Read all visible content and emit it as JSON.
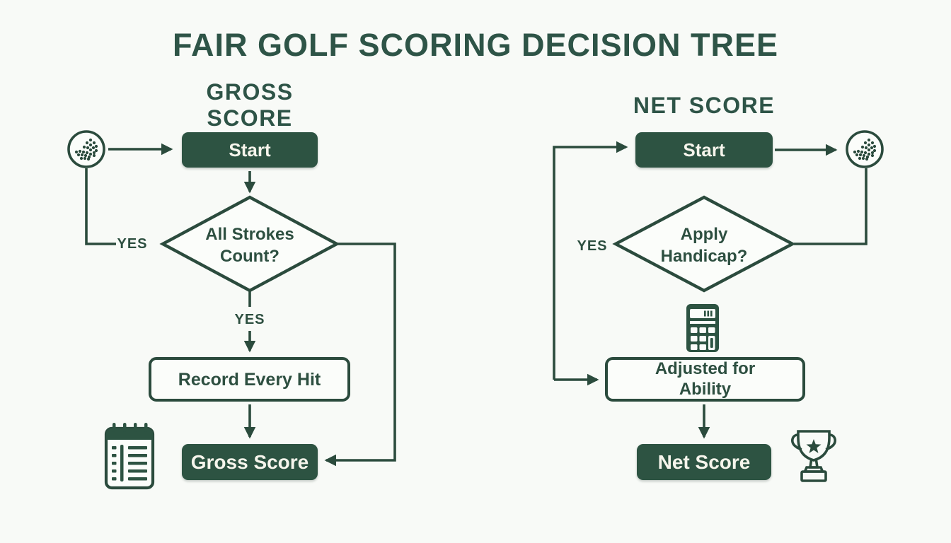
{
  "title": "FAIR GOLF SCORING DECISION TREE",
  "colors": {
    "dark_green": "#2d5342",
    "line_green": "#2b4b3d",
    "heading_green": "#2e5447",
    "background": "#f8faf7",
    "light_text": "#f6f5ec"
  },
  "gross": {
    "heading": "GROSS SCORE",
    "start": "Start",
    "decision_line1": "All Strokes",
    "decision_line2": "Count?",
    "yes_loop": "YES",
    "yes_branch": "YES",
    "process": "Record Every Hit",
    "result": "Gross Score"
  },
  "net": {
    "heading": "NET SCORE",
    "start": "Start",
    "decision_line1": "Apply",
    "decision_line2": "Handicap?",
    "yes_loop": "YES",
    "process_line1": "Adjusted for",
    "process_line2": "Ability",
    "result": "Net Score"
  },
  "icons": {
    "gross_source": "golf-ball-icon",
    "gross_record": "notepad-icon",
    "net_source": "golf-ball-icon",
    "net_adjust": "calculator-icon",
    "net_result": "trophy-icon"
  }
}
